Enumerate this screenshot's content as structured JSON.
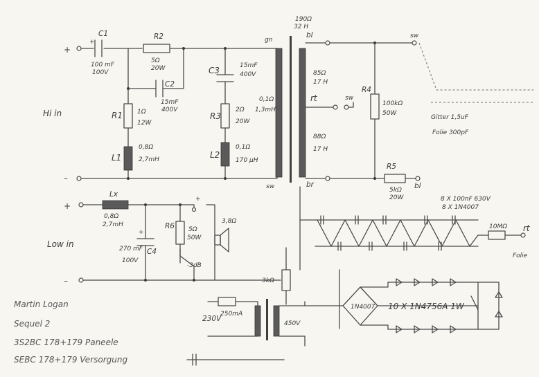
{
  "labels": {
    "c1": "C1",
    "c1_value": "100 mF",
    "c1_voltage": "100V",
    "r2": "R2",
    "r2_value": "5Ω",
    "r2_power": "20W",
    "c2": "C2",
    "c2_value": "15mF",
    "c2_voltage": "400V",
    "r1": "R1",
    "r1_value": "1Ω",
    "r1_power": "12W",
    "l1": "L1",
    "l1_res": "0,8Ω",
    "l1_ind": "2,7mH",
    "hi_in": "Hi in",
    "c3": "C3",
    "c3_value": "15mF",
    "c3_voltage": "400V",
    "r3": "R3",
    "r3_value": "2Ω",
    "r3_power": "20W",
    "r3_l": "1,3mH",
    "l2": "L2",
    "l2_res": "0,1Ω",
    "l2_ind": "170 μH",
    "xf_gn": "gn",
    "xf_sw": "sw",
    "xf_pri_dcr": "0,1Ω",
    "xf_bl_res": "190Ω",
    "xf_bl_ind": "32 H",
    "xf_bl": "bl",
    "xf_upper_res": "85Ω",
    "xf_upper_ind": "17 H",
    "xf_rt": "rt",
    "xf_sw2": "sw",
    "xf_lower_res": "88Ω",
    "xf_lower_ind": "17 H",
    "xf_br": "br",
    "r4": "R4",
    "r4_value": "100kΩ",
    "r4_power": "50W",
    "r5": "R5",
    "r5_value": "5kΩ",
    "r5_power": "20W",
    "out_sw": "sw",
    "out_bl": "bl",
    "grid": "Gitter 1,5uF",
    "grid2": "Folie 300pF",
    "lx": "Lx",
    "lx_res": "0,8Ω",
    "lx_ind": "2,7mH",
    "low_in": "Low in",
    "c4": "C4",
    "c4_value": "270 mF",
    "c4_voltage": "100V",
    "r6": "R6",
    "r6_value": "5Ω",
    "r6_power": "50W",
    "spk_imp": "3,8Ω",
    "att": "-3dB",
    "plus": "+",
    "minus": "–",
    "mult_caps": "8 X 100nF 630V",
    "mult_diodes": "8 X 1N4007",
    "r_mult": "10MΩ",
    "out_rt": "rt",
    "out_folie": "Folie",
    "r_supply": "3kΩ",
    "fuse": "250mA",
    "mains": "230V",
    "sec_voltage": "450V",
    "bridge_label": "1N4007",
    "diode_chain": "10 X 1N4756A 1W",
    "note1": "Martin Logan",
    "note2": "Sequel 2",
    "note3": "3S2BC 178+179 Paneele",
    "note4": "SEBC 178+179 Versorgung"
  }
}
